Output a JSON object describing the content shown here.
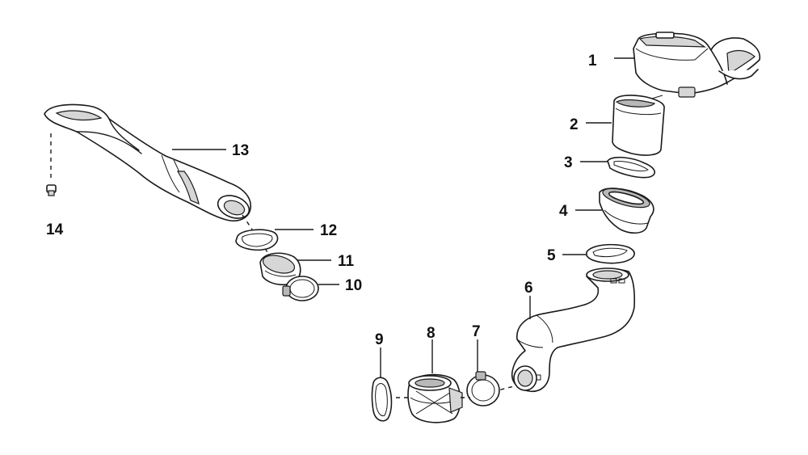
{
  "callouts": {
    "p1": "1",
    "p2": "2",
    "p3": "3",
    "p4": "4",
    "p5": "5",
    "p6": "6",
    "p7": "7",
    "p8": "8",
    "p9": "9",
    "p10": "10",
    "p11": "11",
    "p12": "12",
    "p13": "13",
    "p14": "14"
  }
}
